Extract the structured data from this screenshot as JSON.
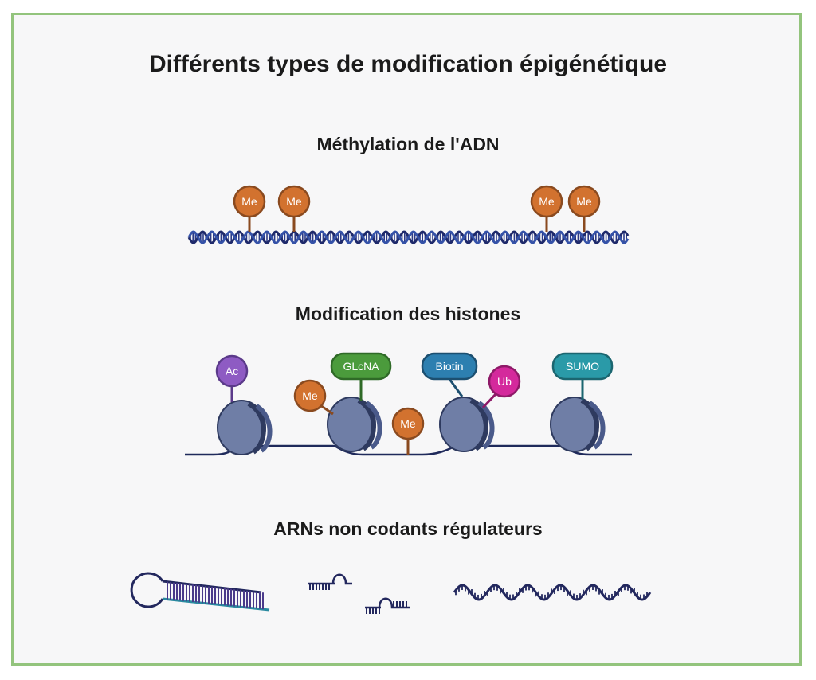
{
  "title": "Différents types de modification épigénétique",
  "sections": {
    "dna_methylation": {
      "title": "Méthylation de l'ADN",
      "marks": [
        "Me",
        "Me",
        "Me",
        "Me"
      ]
    },
    "histone_modification": {
      "title": "Modification des histones",
      "marks": [
        "Ac",
        "Me",
        "GLcNA",
        "Me",
        "Biotin",
        "Ub",
        "SUMO"
      ]
    },
    "noncoding_rna": {
      "title": "ARNs non codants régulateurs"
    }
  },
  "colors": {
    "frame": "#93c47d",
    "methyl": "#d2722f",
    "acetyl": "#8e5bc3",
    "glcna": "#4b9b3c",
    "biotin": "#2d7fb0",
    "ubiquitin": "#d4299c",
    "sumo": "#2a9aa8",
    "dna": "#1f2a6b",
    "histone": "#6f7ea6"
  }
}
